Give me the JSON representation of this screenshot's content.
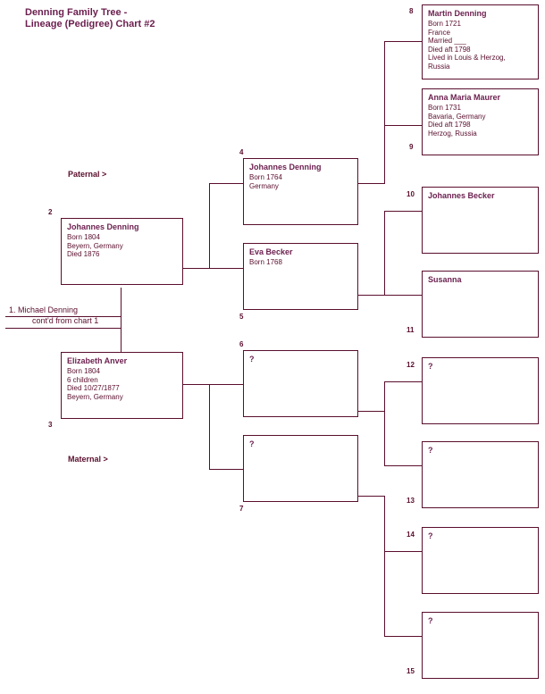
{
  "title": "Denning Family Tree -\nLineage (Pedigree) Chart #2",
  "labels": {
    "paternal": "Paternal >",
    "maternal": "Maternal >"
  },
  "root": {
    "line1": "1. Michael Denning",
    "line2": "cont'd from chart 1"
  },
  "colors": {
    "ink": "#5A0E2D",
    "heading": "#6B1E4E",
    "background": "#ffffff"
  },
  "boxes": [
    {
      "number": "2",
      "name": "Johannes Denning",
      "details": "Born 1804\nBeyern, Germany\nDied 1876"
    },
    {
      "number": "3",
      "name": "Elizabeth Anver",
      "details": "Born 1804\n6 children\nDied 10/27/1877\nBeyern, Germany"
    },
    {
      "number": "4",
      "name": "Johannes Denning",
      "details": "Born 1764\nGermany"
    },
    {
      "number": "5",
      "name": "Eva Becker",
      "details": "Born 1768"
    },
    {
      "number": "6",
      "name": "?",
      "details": ""
    },
    {
      "number": "7",
      "name": "?",
      "details": ""
    },
    {
      "number": "8",
      "name": "Martin Denning",
      "details": "Born 1721\nFrance\nMarried ___\nDied aft 1798\nLived in Louis & Herzog,\nRussia"
    },
    {
      "number": "9",
      "name": "Anna Maria Maurer",
      "details": "Born 1731\nBavaria, Germany\nDied aft 1798\nHerzog, Russia"
    },
    {
      "number": "10",
      "name": "Johannes Becker",
      "details": ""
    },
    {
      "number": "11",
      "name": "Susanna",
      "details": ""
    },
    {
      "number": "12",
      "name": "?",
      "details": ""
    },
    {
      "number": "13",
      "name": "?",
      "details": ""
    },
    {
      "number": "14",
      "name": "?",
      "details": ""
    },
    {
      "number": "15",
      "name": "?",
      "details": ""
    }
  ]
}
